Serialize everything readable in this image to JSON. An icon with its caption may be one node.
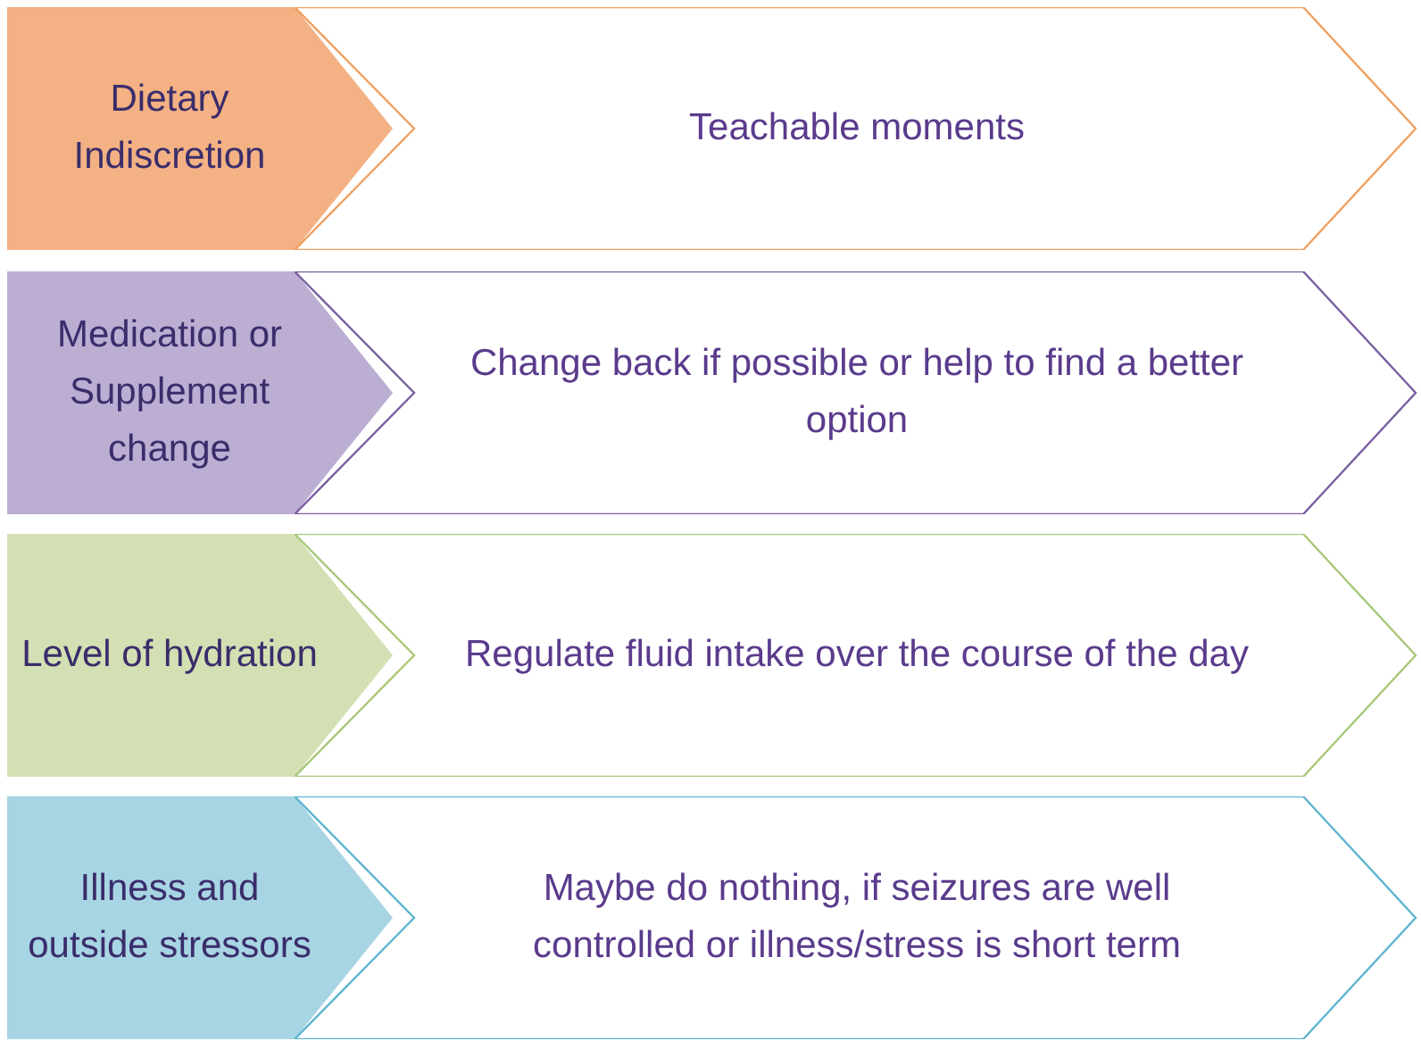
{
  "diagram": {
    "nodes": [
      {
        "text": [
          "Dietary Indiscretion"
        ]
      },
      {
        "text": [
          "Teachable moments"
        ]
      },
      {
        "text": [
          "Medication or Supplement change"
        ]
      },
      {
        "text": [
          "Change back if possible or help to find a better option"
        ]
      },
      {
        "text": [
          "Level of hydration"
        ]
      },
      {
        "text": [
          "Regulate fluid intake over the course of the day"
        ]
      },
      {
        "text": [
          "Illness and outside stressors"
        ]
      },
      {
        "text": [
          "Maybe do nothing, if seizures are well controlled or illness/stress is short term"
        ]
      }
    ]
  }
}
